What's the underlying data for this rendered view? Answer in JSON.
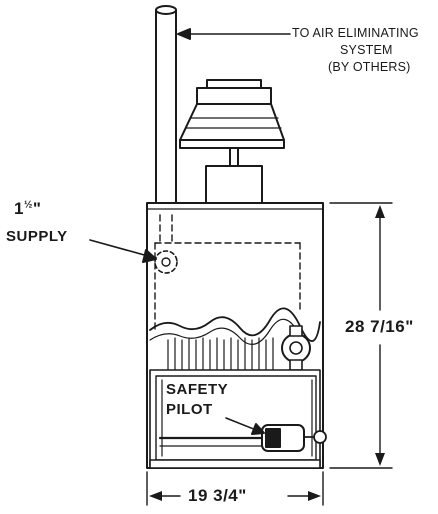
{
  "labels": {
    "air_line1": "TO AIR ELIMINATING",
    "air_line2": "SYSTEM",
    "air_line3": "(BY OTHERS)",
    "supply_size_whole": "1",
    "supply_size_frac": "½",
    "supply_size_mark": "\"",
    "supply_word": "SUPPLY",
    "pilot_line1": "SAFETY",
    "pilot_line2": "PILOT",
    "height_dim": "28 7/16\"",
    "width_dim": "19 3/4\""
  },
  "colors": {
    "ink": "#1a1a1a",
    "paper": "#ffffff"
  }
}
